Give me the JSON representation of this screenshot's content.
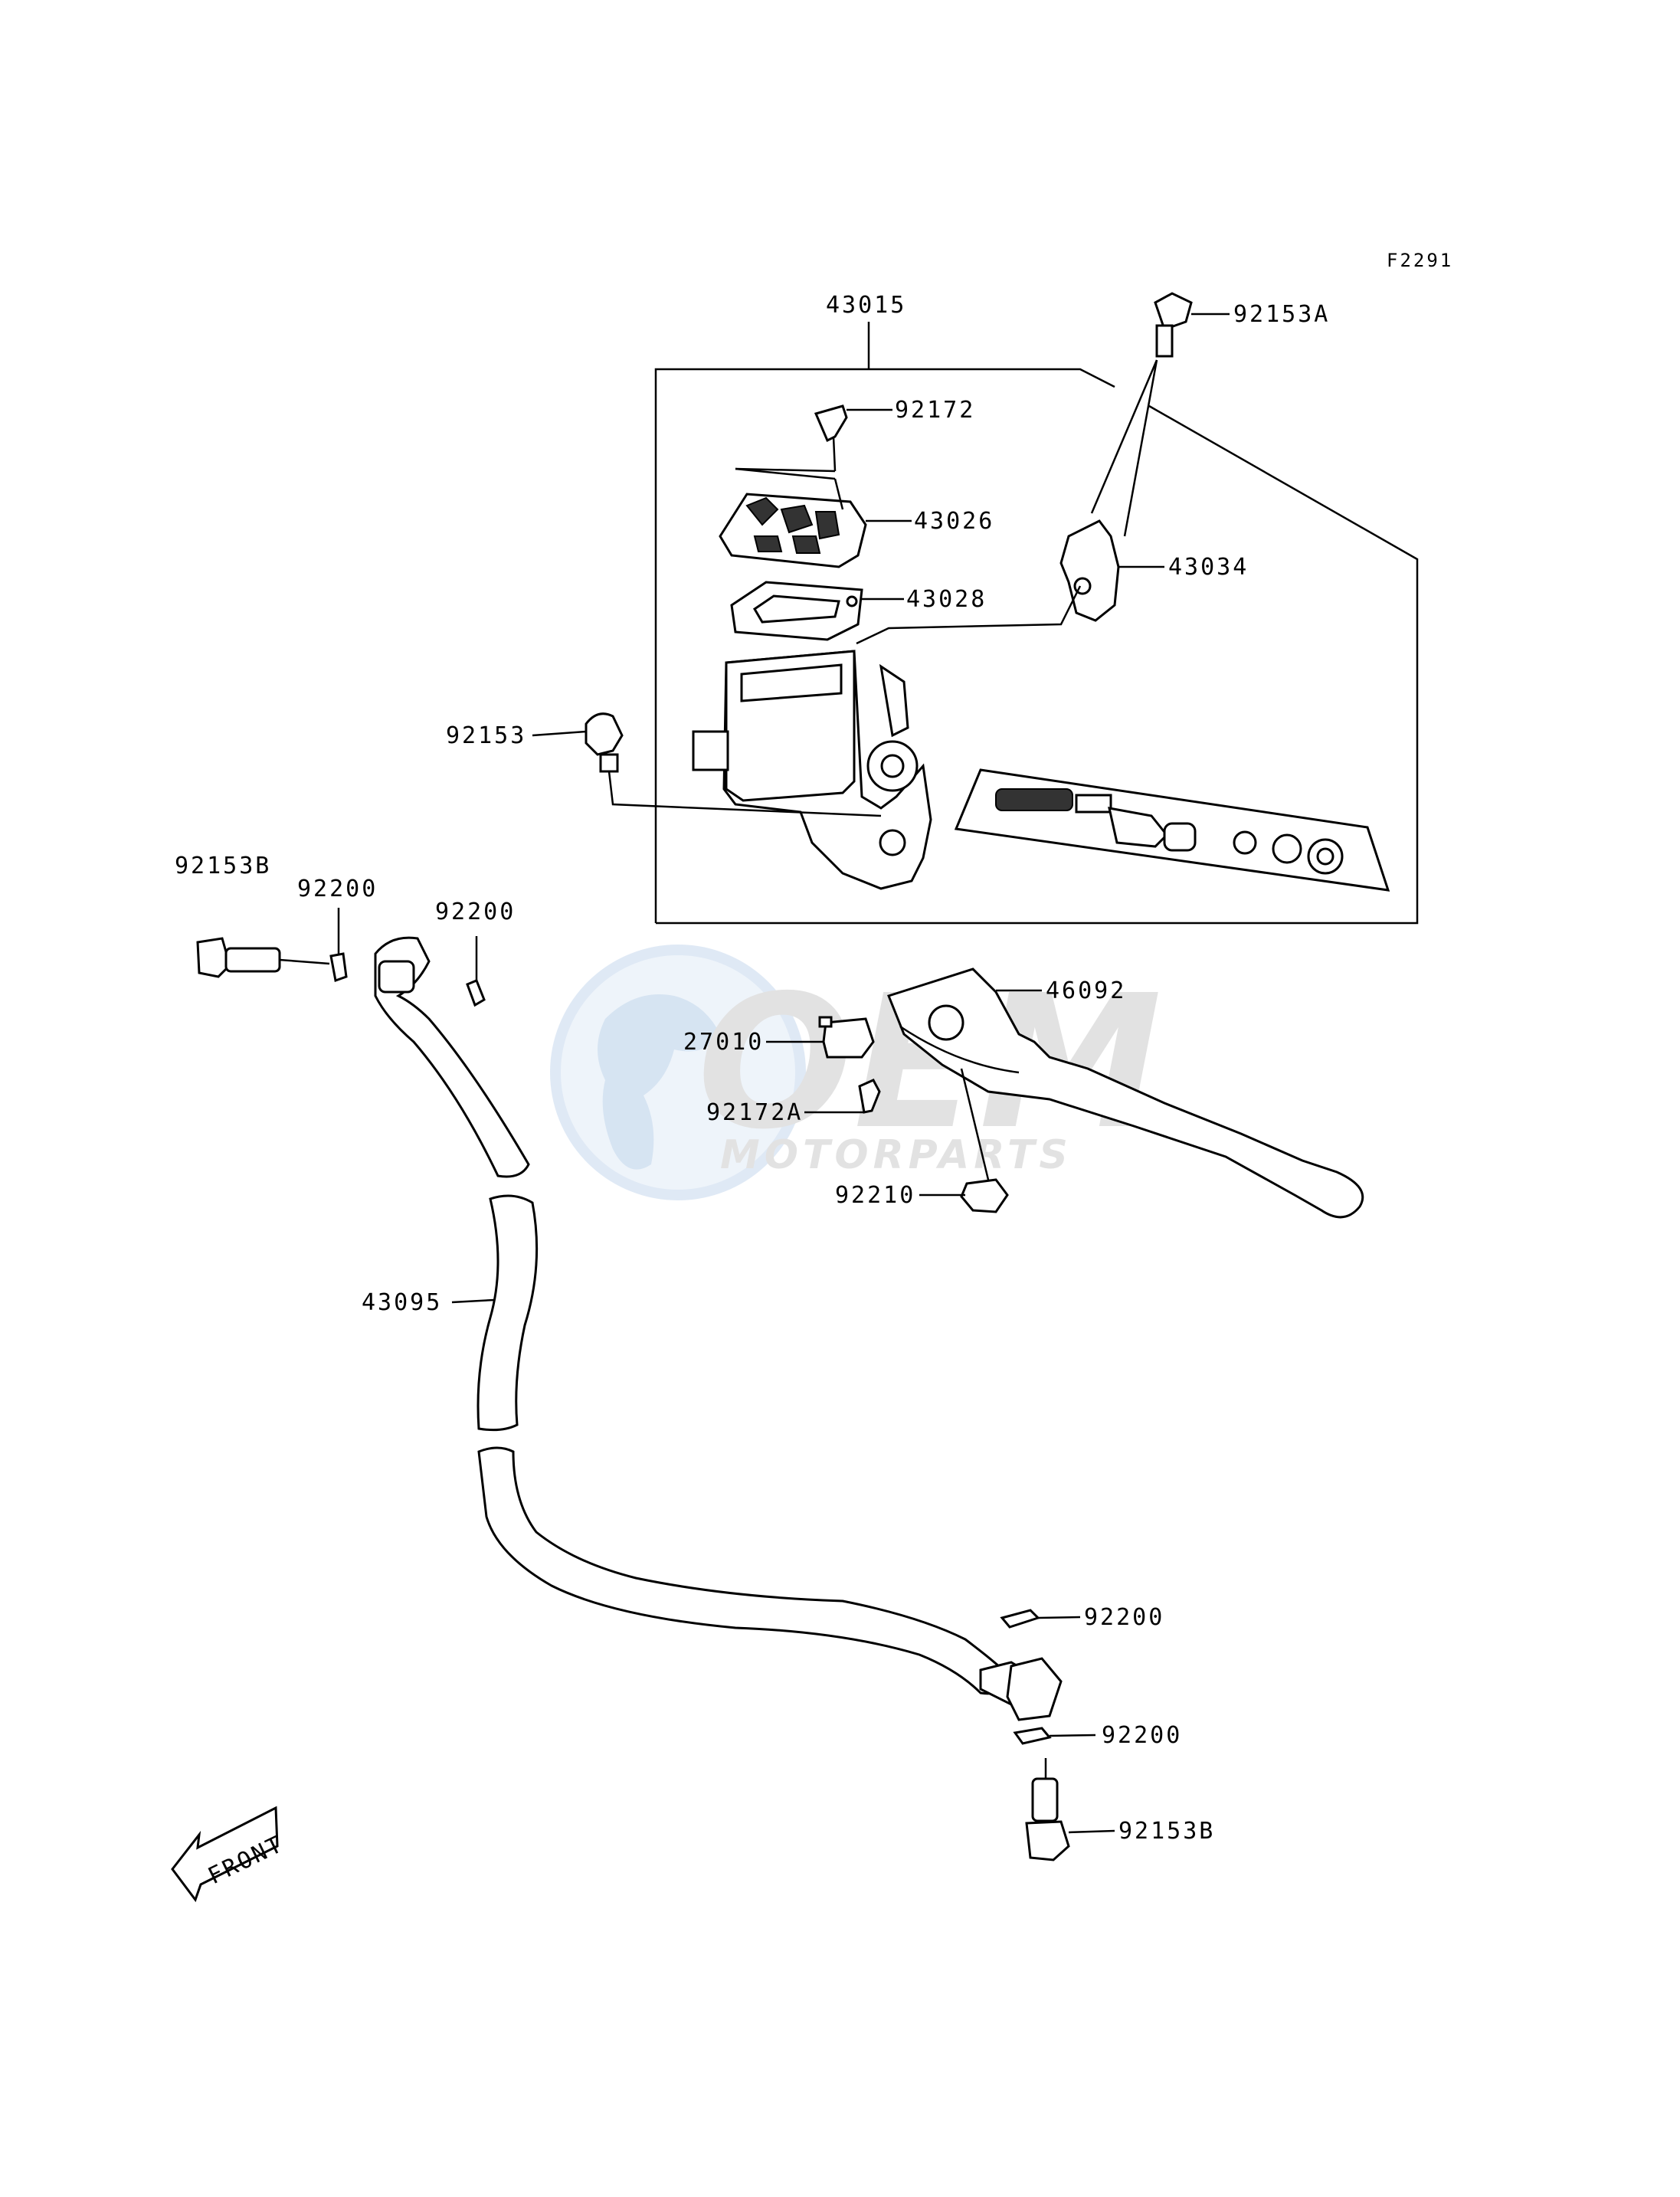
{
  "figure_code": "F2291",
  "watermark": {
    "brand": "OEM",
    "sub": "MOTORPARTS"
  },
  "front_arrow": {
    "text": "FRONT"
  },
  "callouts": [
    {
      "id": "43015",
      "text": "43015"
    },
    {
      "id": "92153A",
      "text": "92153A"
    },
    {
      "id": "92172",
      "text": "92172"
    },
    {
      "id": "43026",
      "text": "43026"
    },
    {
      "id": "43034",
      "text": "43034"
    },
    {
      "id": "43028",
      "text": "43028"
    },
    {
      "id": "92153",
      "text": "92153"
    },
    {
      "id": "92153B-top",
      "text": "92153B"
    },
    {
      "id": "92200-a",
      "text": "92200"
    },
    {
      "id": "92200-b",
      "text": "92200"
    },
    {
      "id": "46092",
      "text": "46092"
    },
    {
      "id": "27010",
      "text": "27010"
    },
    {
      "id": "92172A",
      "text": "92172A"
    },
    {
      "id": "92210",
      "text": "92210"
    },
    {
      "id": "43095",
      "text": "43095"
    },
    {
      "id": "92200-c",
      "text": "92200"
    },
    {
      "id": "92200-d",
      "text": "92200"
    },
    {
      "id": "92153B-bottom",
      "text": "92153B"
    }
  ]
}
